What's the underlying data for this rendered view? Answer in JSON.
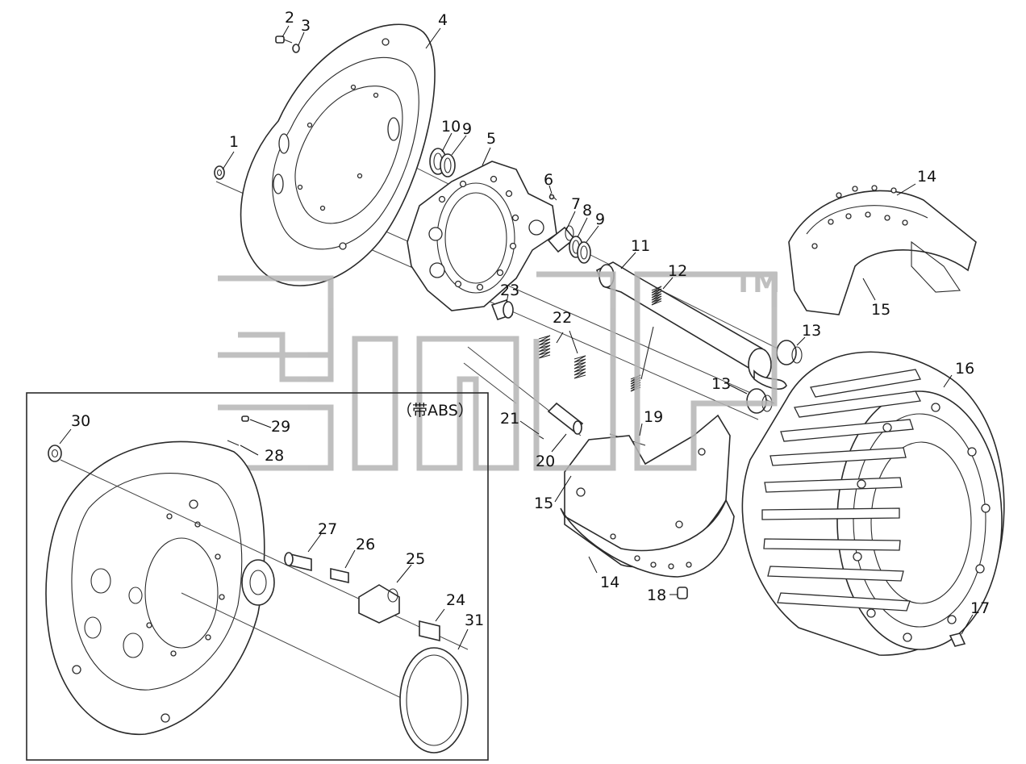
{
  "diagram": {
    "inset_label": "（带ABS）",
    "watermark_mark": "TM",
    "part_numbers": [
      "1",
      "2",
      "3",
      "4",
      "5",
      "6",
      "7",
      "8",
      "9",
      "9",
      "10",
      "11",
      "12",
      "13",
      "13",
      "14",
      "14",
      "15",
      "15",
      "16",
      "17",
      "18",
      "19",
      "20",
      "21",
      "22",
      "23",
      "24",
      "25",
      "26",
      "27",
      "28",
      "29",
      "30",
      "31"
    ]
  }
}
